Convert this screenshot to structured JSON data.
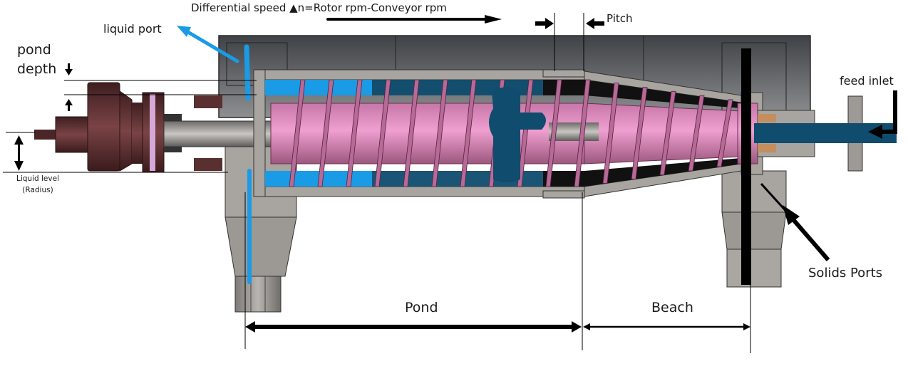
{
  "diagram": {
    "subject": "Decanter centrifuge cross-section",
    "labels": {
      "differential_speed": "Differential speed ▲n=Rotor rpm-Conveyor rpm",
      "pitch": "Pitch",
      "liquid_port": "liquid port",
      "pond_depth_line1": "pond",
      "pond_depth_line2": "depth",
      "liquid_level_line1": "Liquid level",
      "liquid_level_line2": "(Radius)",
      "feed_inlet": "feed inlet",
      "solids_ports": "Solids Ports",
      "pond": "Pond",
      "beach": "Beach"
    },
    "components": [
      "housing-cover",
      "bowl",
      "conical-bowl-section",
      "screw-conveyor",
      "gearbox",
      "main-shaft",
      "feed-pipe",
      "liquid-discharge-outlet",
      "solids-discharge-outlet"
    ],
    "colors": {
      "housing_dark": "#4a4d51",
      "bowl_gray": "#a8a49f",
      "conveyor_pink": "#d98fbc",
      "gearbox_brown": "#5a2f30",
      "light_liquid_blue": "#1a9be6",
      "dark_liquid_blue": "#0f4c6e",
      "annotation_black": "#000000"
    }
  }
}
